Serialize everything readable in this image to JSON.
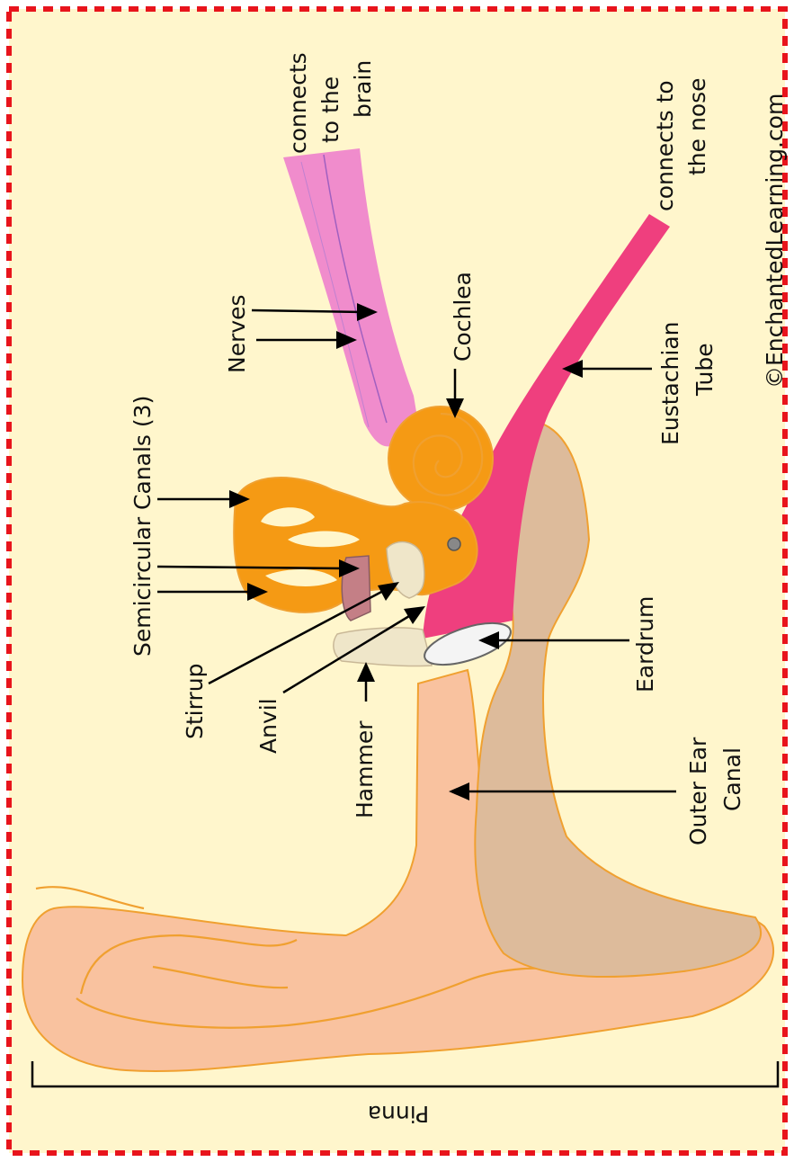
{
  "diagram": {
    "copyright": "©EnchantedLearning.com",
    "labels": {
      "connects_brain": [
        "connects",
        "to the",
        "brain"
      ],
      "connects_nose": [
        "connects to",
        "the nose"
      ],
      "nerves": "Nerves",
      "cochlea": "Cochlea",
      "semicircular": "Semicircular Canals (3)",
      "eustachian": [
        "Eustachian",
        "Tube"
      ],
      "stirrup": "Stirrup",
      "anvil": "Anvil",
      "hammer": "Hammer",
      "eardrum": "Eardrum",
      "outer_canal": [
        "Outer Ear",
        "Canal"
      ],
      "pinna": "Pinna"
    },
    "colors": {
      "background": "#fff6cc",
      "border": "#e8141c",
      "skin": "#f9c29f",
      "canal_shade": "#ddbb9b",
      "inner_ear": "#f59a14",
      "eustachian": "#ef3f7e",
      "nerves": "#f08ccc",
      "stirrup": "#c47f86",
      "bone": "#efe6c9",
      "eardrum": "#f4f4f4"
    }
  }
}
